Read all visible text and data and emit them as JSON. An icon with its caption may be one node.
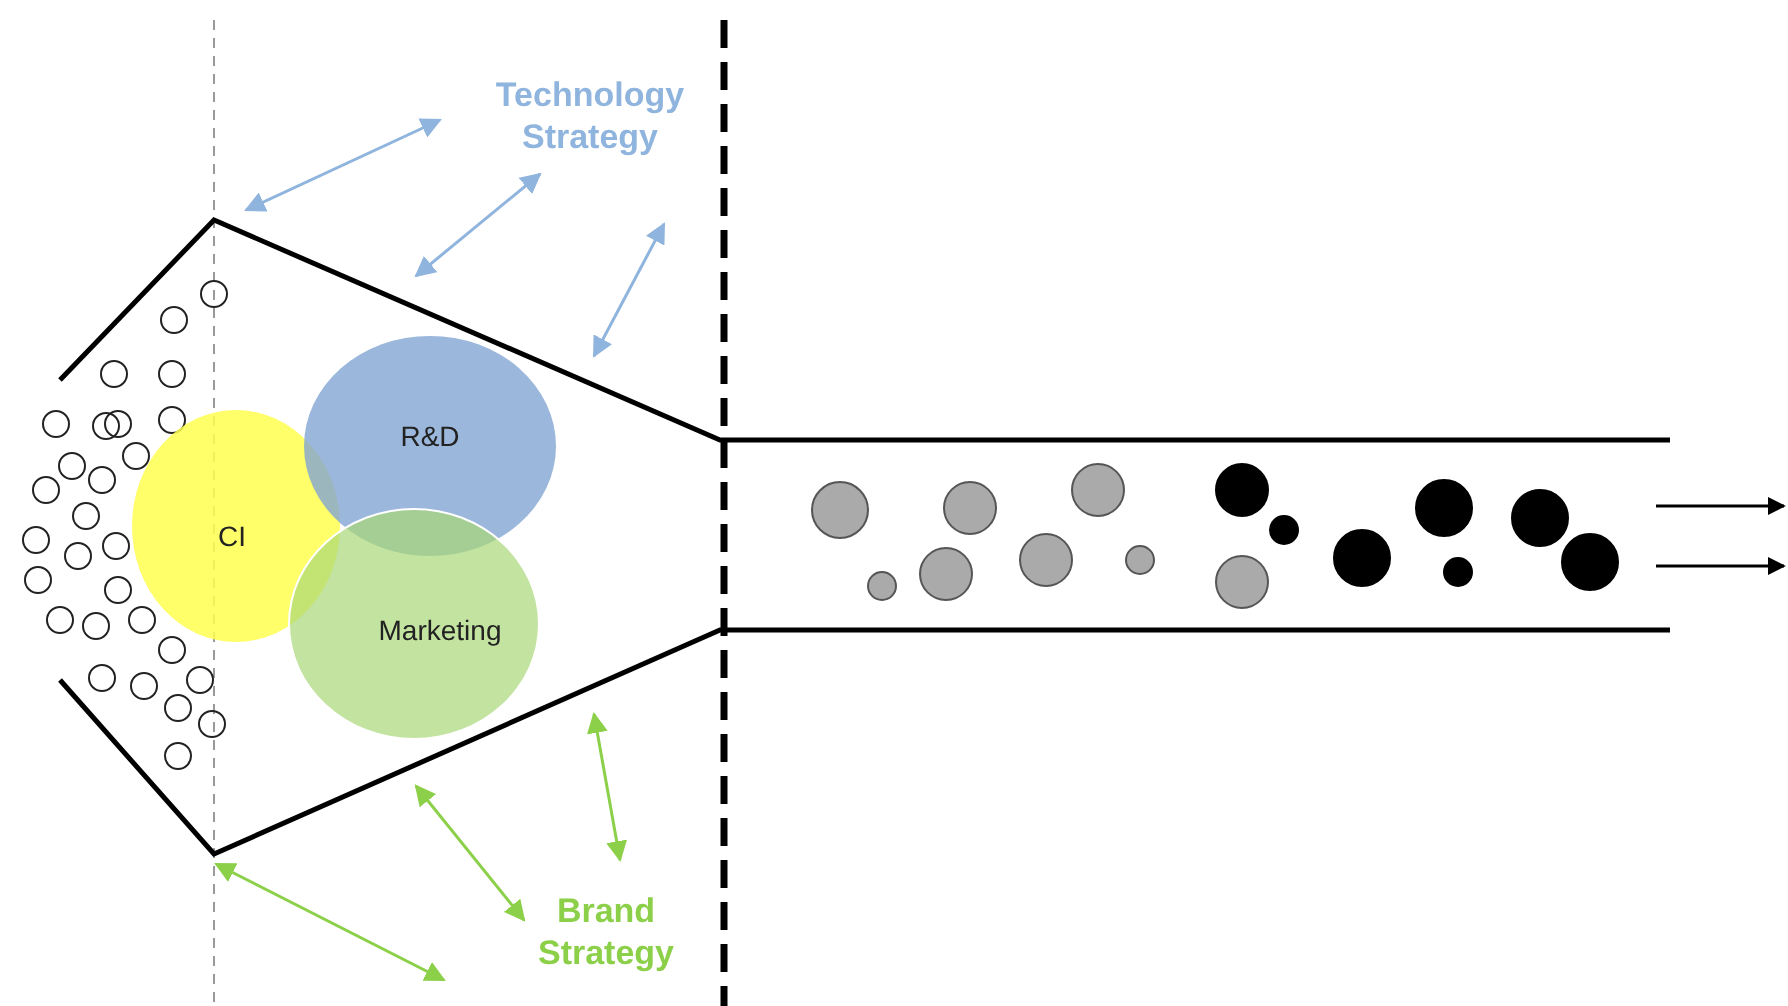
{
  "diagram": {
    "nodes": [
      {
        "text": [
          "CI"
        ]
      },
      {
        "text": [
          "R&D"
        ]
      },
      {
        "text": [
          "Marketing"
        ]
      }
    ],
    "labels": [
      "Technology Strategy",
      "Brand Strategy"
    ]
  }
}
